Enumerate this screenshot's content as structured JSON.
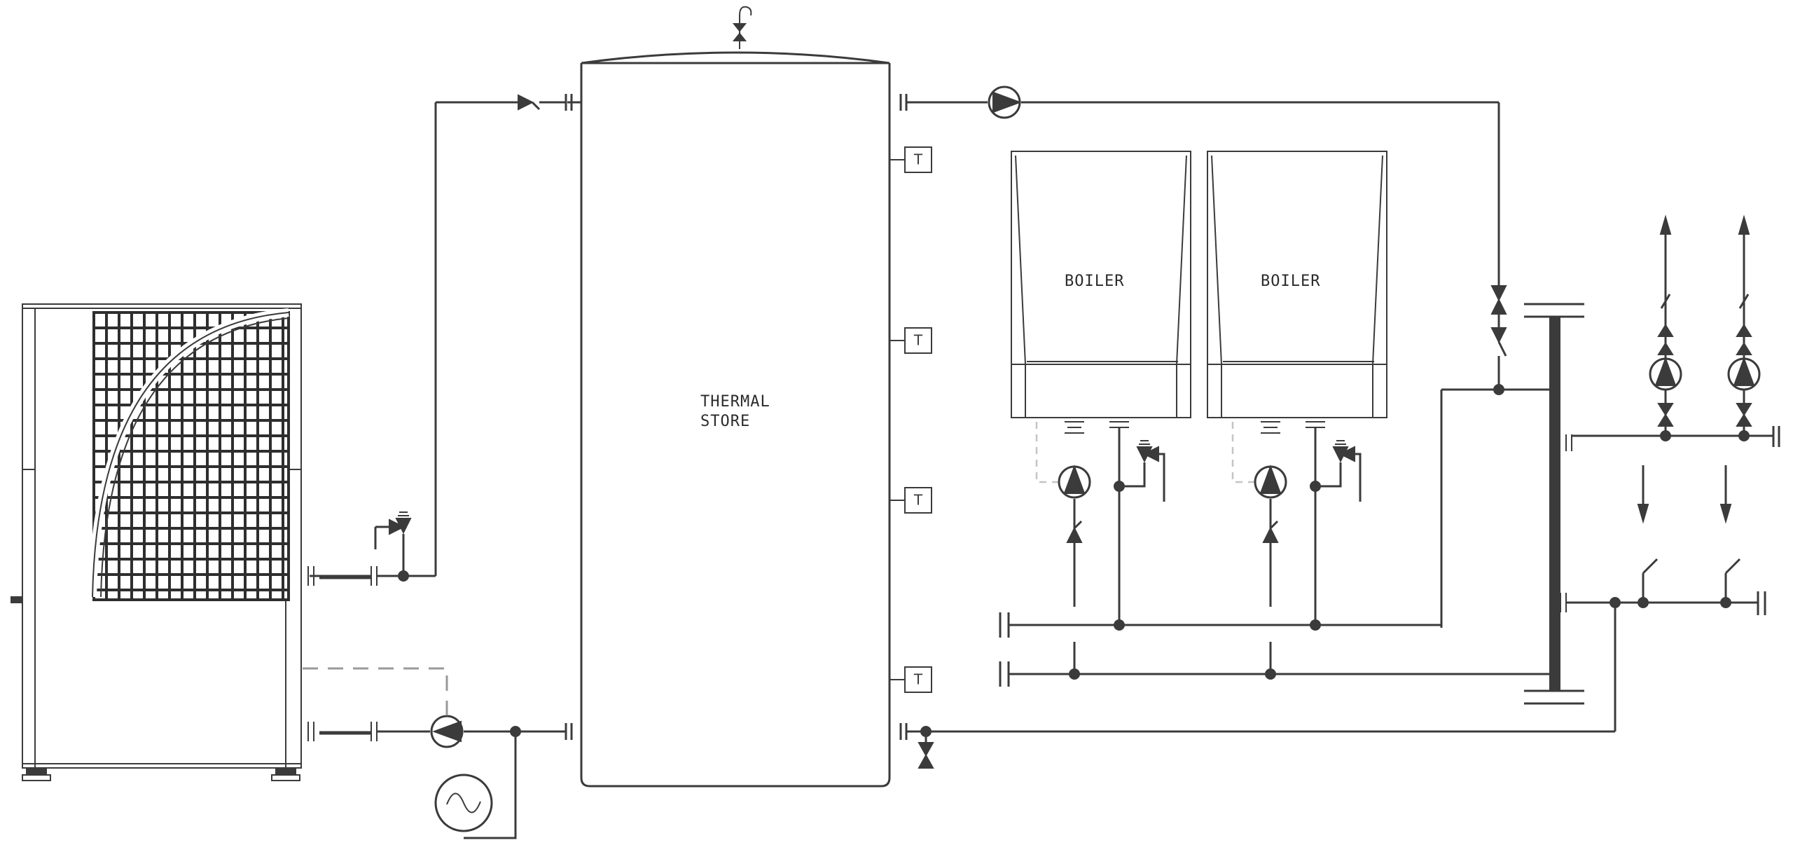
{
  "store": {
    "label_line1": "THERMAL",
    "label_line2": "STORE"
  },
  "boilers": [
    {
      "label": "BOILER"
    },
    {
      "label": "BOILER"
    }
  ],
  "sensors": [
    {
      "label": "T"
    },
    {
      "label": "T"
    },
    {
      "label": "T"
    },
    {
      "label": "T"
    }
  ],
  "colors": {
    "line": "#3b3b3b",
    "control_dashed": "#9a9a9a",
    "background": "#ffffff"
  }
}
